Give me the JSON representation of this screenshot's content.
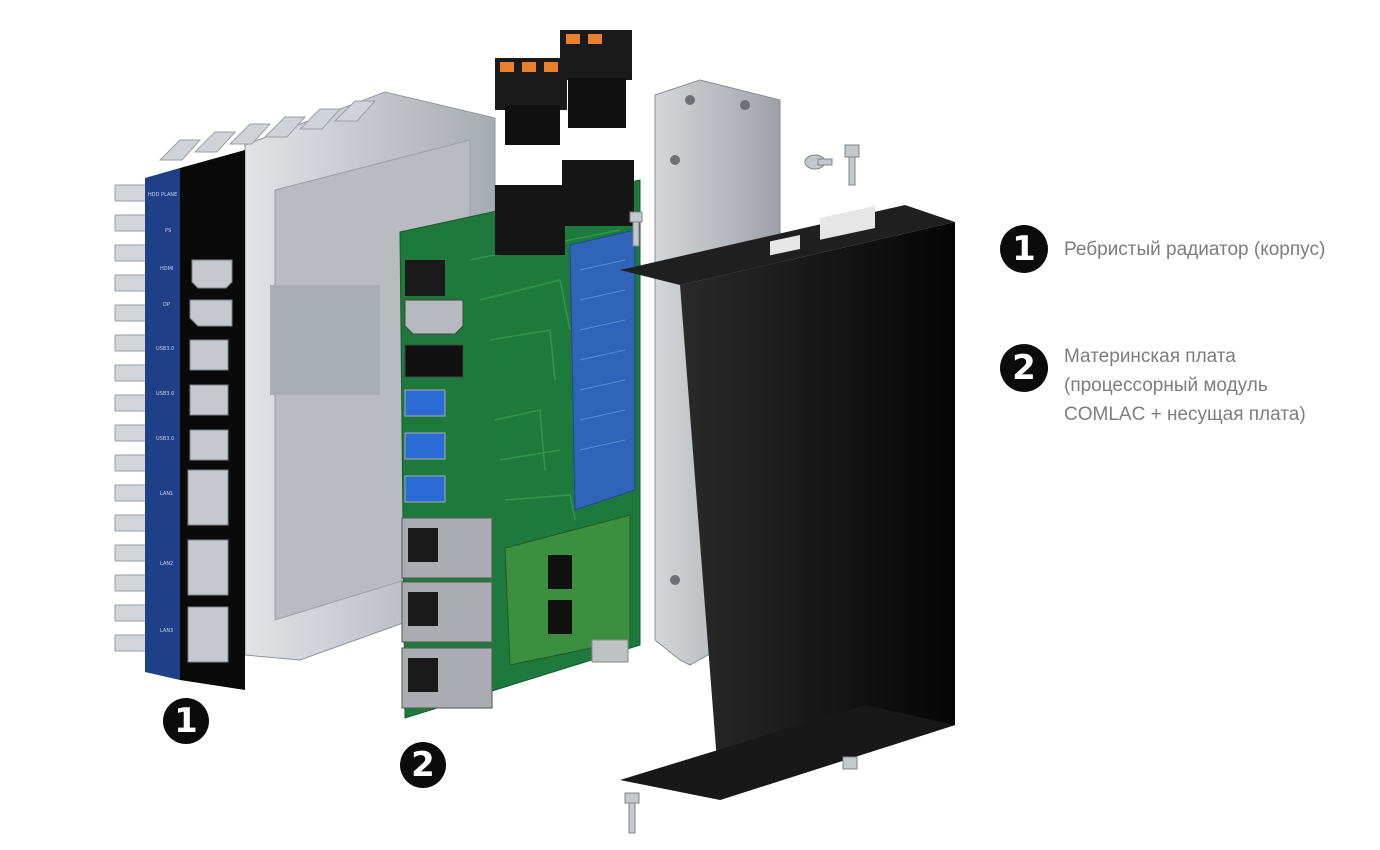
{
  "callouts": [
    {
      "number": "1",
      "label": "Ребристый радиатор (корпус)"
    },
    {
      "number": "2",
      "label": "Материнская плата\n(процессорный модуль\nCOMLAC + несущая плата)"
    }
  ],
  "panel_labels": [
    "HDD PLANE",
    "PS",
    "HDMI",
    "DP",
    "USB3.0",
    "USB3.0",
    "USB3.0",
    "LAN1",
    "LAN2",
    "LAN3"
  ],
  "colors": {
    "heatsink": "#c9ccd0",
    "heatsink_dark": "#8f959c",
    "front_bezel": "#0a0a0a",
    "label_strip": "#1f3f86",
    "pcb": "#1e7a3c",
    "pcb_dark": "#155a2b",
    "cpu_module": "#2f64b8",
    "cover": "#141414",
    "bracket": "#b5b8bc",
    "connector_orange": "#e8812a",
    "legend_text": "#7d7d7d"
  },
  "icons": [
    "hdmi-port-icon",
    "displayport-icon",
    "usb-port-icon",
    "ethernet-port-icon",
    "terminal-block-icon",
    "screw-icon"
  ]
}
